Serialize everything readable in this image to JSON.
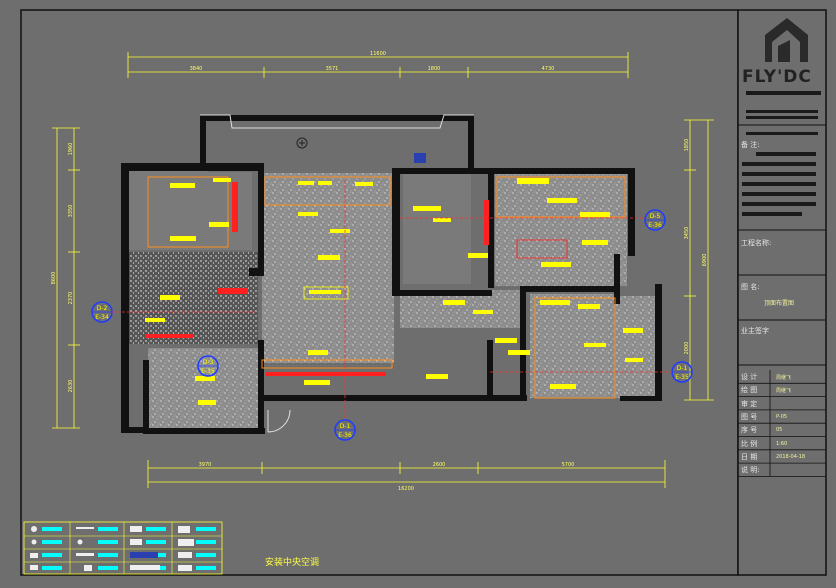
{
  "title_block": {
    "logo_text": "FLY'DC",
    "notes_label": "备 注:",
    "project_label": "工程名称:",
    "drawing_name_label": "图  名:",
    "drawing_name_value": "顶面布置图",
    "owner_label": "业主签字",
    "rows": [
      {
        "label": "设  计",
        "value": "周继飞"
      },
      {
        "label": "绘  图",
        "value": "周继飞"
      },
      {
        "label": "审  定",
        "value": ""
      },
      {
        "label": "图  号",
        "value": "P-05"
      },
      {
        "label": "序  号",
        "value": "05"
      },
      {
        "label": "比  例",
        "value": "1:60"
      },
      {
        "label": "日  期",
        "value": "2018-04-18"
      },
      {
        "label": "说  明:",
        "value": ""
      }
    ]
  },
  "plan": {
    "caption": "安装中央空调",
    "top_dims": {
      "overall": "11600",
      "segments": [
        "3840",
        "3571",
        "1800",
        "4730"
      ]
    },
    "bottom_dims": {
      "overall": "16200",
      "segments": [
        "3970",
        "2600",
        "5700"
      ]
    },
    "left_dims": {
      "overall": "8600",
      "segments": [
        "1960",
        "3350",
        "2370",
        "2630"
      ]
    },
    "right_dims": {
      "overall": "6900",
      "segments": [
        "1850",
        "3450",
        "2000"
      ]
    },
    "markers": [
      {
        "id": "D-2",
        "sub": "E-34"
      },
      {
        "id": "D-3",
        "sub": "E-35"
      },
      {
        "id": "D-5",
        "sub": "E-36"
      },
      {
        "id": "D-1",
        "sub": "E-35"
      },
      {
        "id": "D-1",
        "sub": "E-36"
      }
    ]
  },
  "colors": {
    "background": "#6e6e6e",
    "wall": "#111111",
    "dimension": "#ffff33",
    "label": "#ffff00",
    "accent_red": "#ff2020",
    "accent_orange": "#ff8c1a",
    "marker": "#1e3cff",
    "frame": "#111111"
  }
}
